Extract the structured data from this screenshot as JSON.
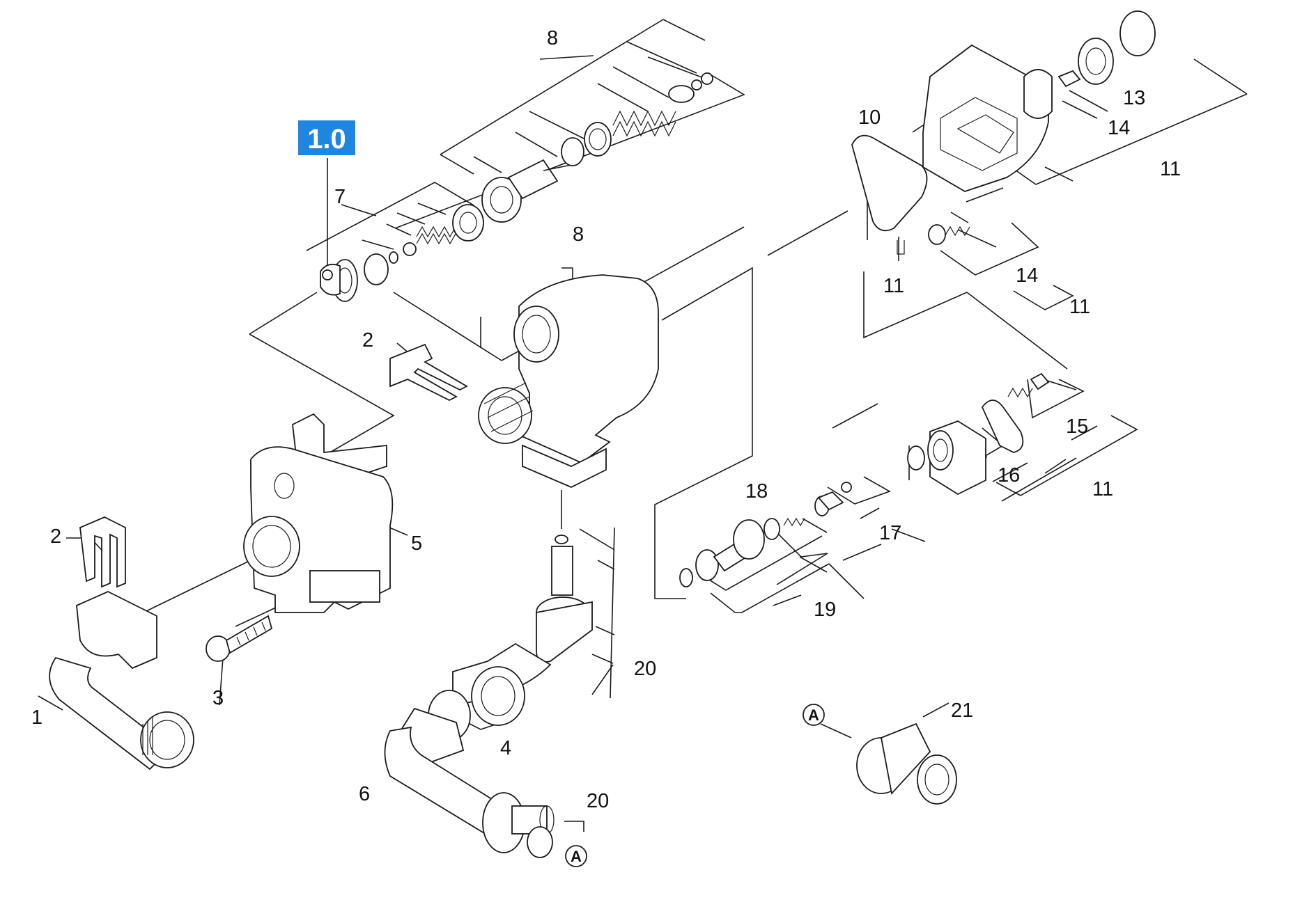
{
  "highlight": {
    "label": "1.0",
    "color": "#1f86e0"
  },
  "callouts": [
    {
      "id": "c1",
      "text": "1"
    },
    {
      "id": "c2a",
      "text": "2"
    },
    {
      "id": "c2b",
      "text": "2"
    },
    {
      "id": "c3",
      "text": "3"
    },
    {
      "id": "c4",
      "text": "4"
    },
    {
      "id": "c5",
      "text": "5"
    },
    {
      "id": "c6",
      "text": "6"
    },
    {
      "id": "c7",
      "text": "7"
    },
    {
      "id": "c8a",
      "text": "8"
    },
    {
      "id": "c8b",
      "text": "8"
    },
    {
      "id": "c10",
      "text": "10"
    },
    {
      "id": "c11a",
      "text": "11"
    },
    {
      "id": "c11b",
      "text": "11"
    },
    {
      "id": "c11c",
      "text": "11"
    },
    {
      "id": "c11d",
      "text": "11"
    },
    {
      "id": "c13",
      "text": "13"
    },
    {
      "id": "c14a",
      "text": "14"
    },
    {
      "id": "c14b",
      "text": "14"
    },
    {
      "id": "c15",
      "text": "15"
    },
    {
      "id": "c16",
      "text": "16"
    },
    {
      "id": "c17",
      "text": "17"
    },
    {
      "id": "c18",
      "text": "18"
    },
    {
      "id": "c19",
      "text": "19"
    },
    {
      "id": "c20a",
      "text": "20"
    },
    {
      "id": "c20b",
      "text": "20"
    },
    {
      "id": "c21",
      "text": "21"
    }
  ],
  "connectors": {
    "a1": "A",
    "a2": "A"
  }
}
